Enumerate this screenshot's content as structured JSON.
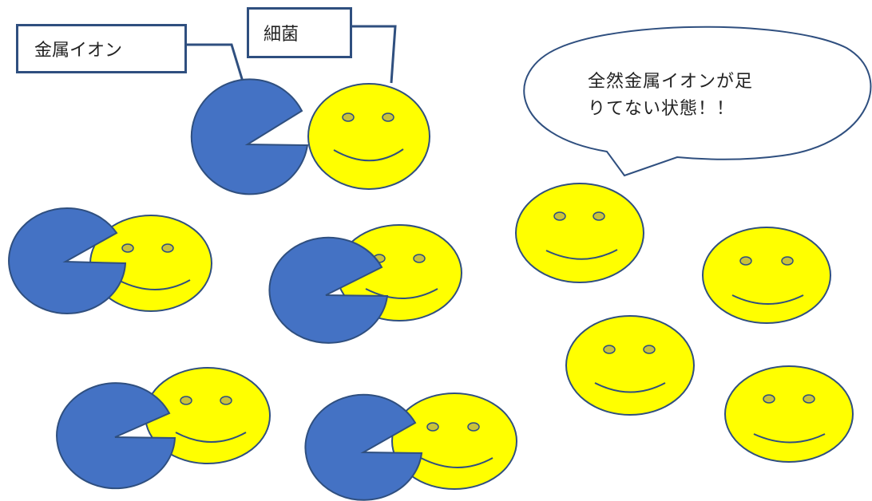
{
  "labels": {
    "metal_ion": "金属イオン",
    "bacteria": "細菌"
  },
  "speech_bubble": {
    "line1": "全然金属イオンが足",
    "line2": "りてない状態！！"
  },
  "colors": {
    "metal_ion_fill": "#4472C4",
    "metal_ion_stroke": "#2f4f7f",
    "bacteria_fill": "#FFFF00",
    "bacteria_stroke": "#2f4f7f",
    "eye_fill": "#C9C23A",
    "bubble_stroke": "#2f4f7f"
  },
  "counts": {
    "bacteria_with_metal_ion": 5,
    "bacteria_without_metal_ion": 4
  }
}
